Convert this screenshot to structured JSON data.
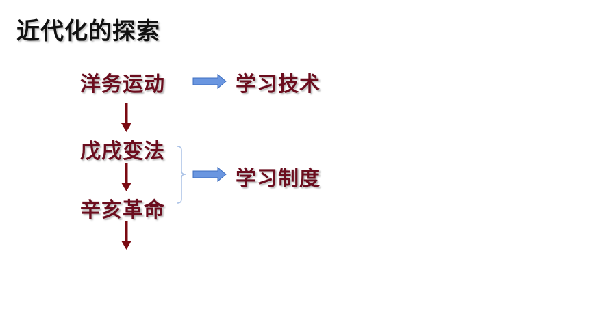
{
  "title": "近代化的探索",
  "stages": [
    {
      "label": "洋务运动"
    },
    {
      "label": "戊戌变法"
    },
    {
      "label": "辛亥革命"
    }
  ],
  "results": [
    {
      "label": "学习技术"
    },
    {
      "label": "学习制度"
    }
  ],
  "colors": {
    "text": "#6b0d1e",
    "down_arrow": "#7a0a12",
    "right_arrow_fill": "#6a96e0",
    "right_arrow_stroke": "#3f6fc0",
    "bracket": "#a9c1e6"
  }
}
